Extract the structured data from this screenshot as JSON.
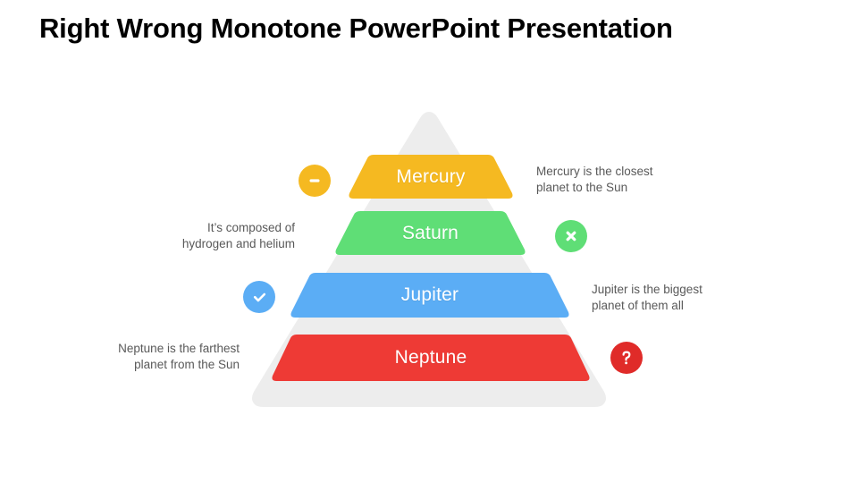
{
  "slide": {
    "title": "Right Wrong Monotone PowerPoint Presentation",
    "background_color": "#ffffff",
    "title_color": "#000000"
  },
  "diagram": {
    "type": "pyramid",
    "backdrop_color": "#ededed",
    "levels": [
      {
        "label": "Mercury",
        "color": "#F5B921",
        "caption": "Mercury is the closest planet to the Sun",
        "caption_line1": "Mercury is the closest",
        "caption_line2": "planet to the Sun",
        "caption_side": "right",
        "badge": {
          "icon": "minus-icon",
          "color": "#F5B921",
          "side": "left"
        }
      },
      {
        "label": "Saturn",
        "color": "#5FDE76",
        "caption": "It’s composed of hydrogen and helium",
        "caption_line1": "It’s composed of",
        "caption_line2": "hydrogen and helium",
        "caption_side": "left",
        "badge": {
          "icon": "close-x-icon",
          "color": "#5FDE76",
          "side": "right"
        }
      },
      {
        "label": "Jupiter",
        "color": "#5BADF5",
        "caption": "Jupiter is the biggest planet of them all",
        "caption_line1": "Jupiter is the biggest",
        "caption_line2": "planet of them all",
        "caption_side": "right",
        "badge": {
          "icon": "check-icon",
          "color": "#5BADF5",
          "side": "left"
        }
      },
      {
        "label": "Neptune",
        "color": "#EE3A35",
        "caption": "Neptune is the farthest planet from the Sun",
        "caption_line1": "Neptune is the farthest",
        "caption_line2": "planet from the Sun",
        "caption_side": "left",
        "badge": {
          "icon": "question-mark-icon",
          "color": "#E02B29",
          "side": "right"
        }
      }
    ]
  }
}
